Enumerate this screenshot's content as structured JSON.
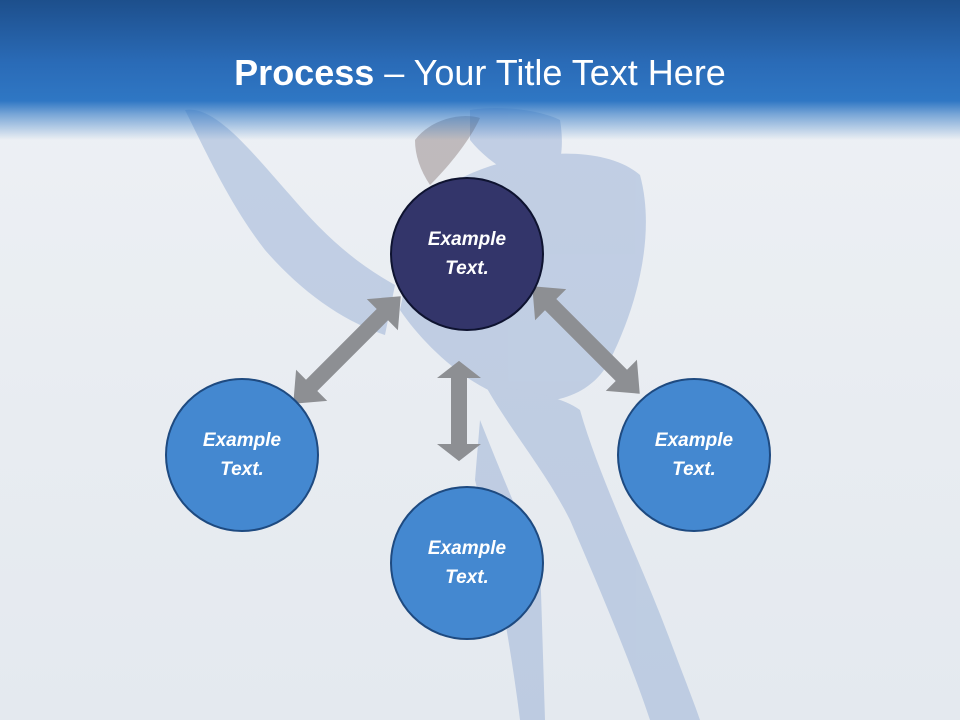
{
  "title": {
    "strong": "Process",
    "separator": " – ",
    "rest": "Your Title Text Here"
  },
  "nodes": {
    "center": "Example Text.",
    "left": "Example Text.",
    "bottom": "Example Text.",
    "right": "Example Text."
  },
  "colors": {
    "header": "#2a6bb7",
    "center_node": "#33356a",
    "outer_node": "#4488d0",
    "arrow": "#8d8f93"
  }
}
